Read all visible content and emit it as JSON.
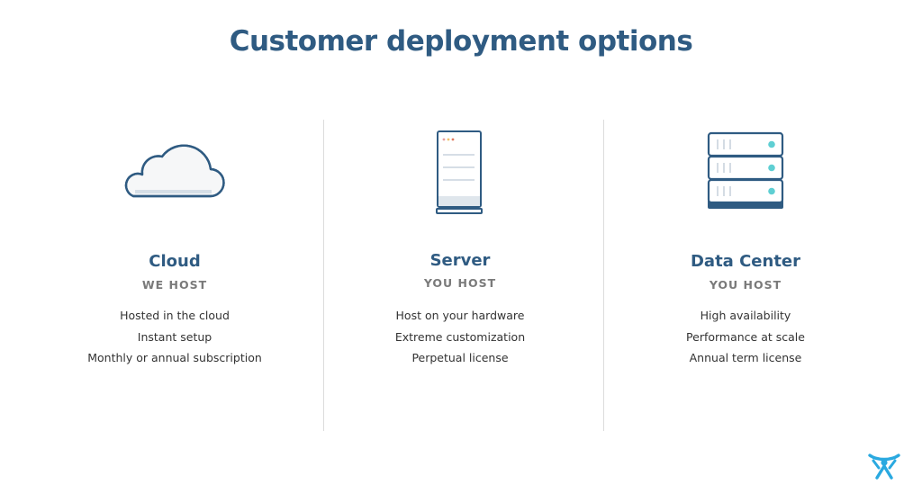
{
  "title": "Customer deployment options",
  "colors": {
    "primary": "#2f5b82",
    "muted": "#7a7a7a",
    "accent": "#5fcfd3",
    "logo": "#2aa9e0"
  },
  "columns": [
    {
      "icon": "cloud-icon",
      "title": "Cloud",
      "subtitle": "WE HOST",
      "features": [
        "Hosted in the cloud",
        "Instant setup",
        "Monthly or annual subscription"
      ]
    },
    {
      "icon": "server-icon",
      "title": "Server",
      "subtitle": "YOU HOST",
      "features": [
        "Host on your hardware",
        "Extreme customization",
        "Perpetual license"
      ]
    },
    {
      "icon": "data-center-icon",
      "title": "Data Center",
      "subtitle": "YOU HOST",
      "features": [
        "High availability",
        "Performance at scale",
        "Annual term license"
      ]
    }
  ],
  "logo": "atlassian-logo-icon"
}
